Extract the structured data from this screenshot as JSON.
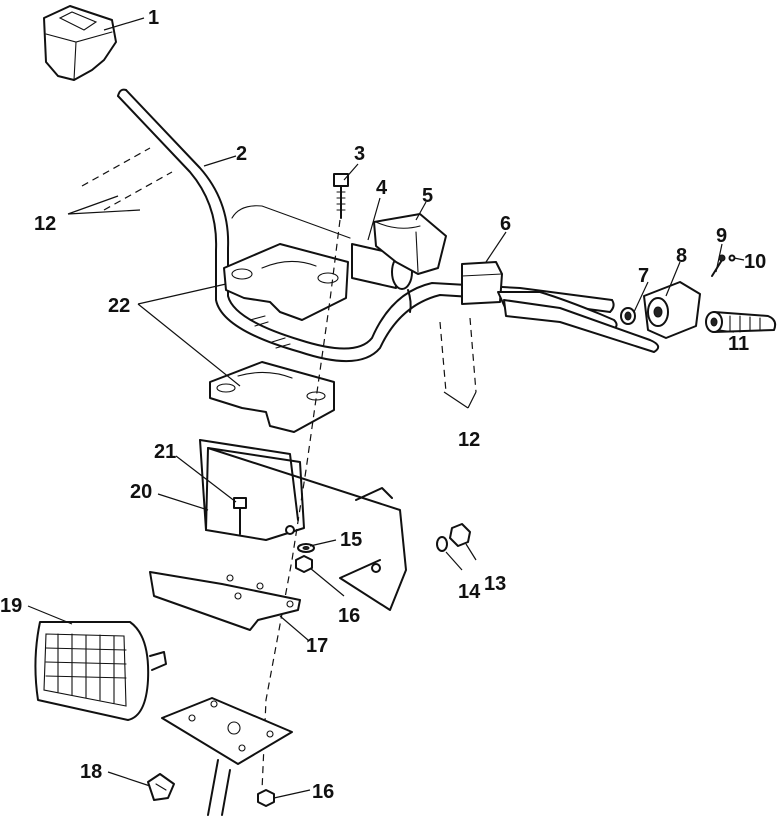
{
  "diagram": {
    "callouts": {
      "c1": "1",
      "c2": "2",
      "c3": "3",
      "c4": "4",
      "c5": "5",
      "c6": "6",
      "c7": "7",
      "c8": "8",
      "c9": "9",
      "c10": "10",
      "c11": "11",
      "c12a": "12",
      "c12b": "12",
      "c13": "13",
      "c14": "14",
      "c15": "15",
      "c16a": "16",
      "c16b": "16",
      "c17": "17",
      "c18": "18",
      "c19": "19",
      "c20": "20",
      "c21": "21",
      "c22": "22"
    }
  }
}
